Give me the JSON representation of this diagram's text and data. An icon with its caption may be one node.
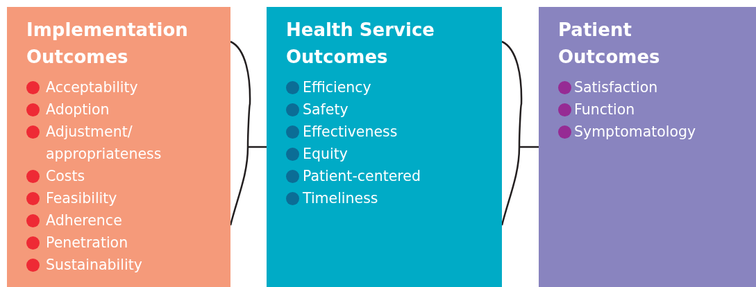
{
  "diagram": {
    "nodes": [
      {
        "text": [
          "Implementation Outcomes",
          "Acceptability",
          "Adoption",
          "Adjustment/ appropriateness",
          "Costs",
          "Feasibility",
          "Adherence",
          "Penetration",
          "Sustainability"
        ]
      },
      {
        "text": [
          "Health Service Outcomes",
          "Efficiency",
          "Safety",
          "Effectiveness",
          "Equity",
          "Patient-centered",
          "Timeliness"
        ]
      },
      {
        "text": [
          "Patient Outcomes",
          "Satisfaction",
          "Function",
          "Symptomatology"
        ]
      }
    ],
    "edges": [
      {
        "from": 0,
        "to": 1,
        "arrow": "none"
      },
      {
        "from": 1,
        "to": 2,
        "arrow": "none"
      }
    ]
  }
}
